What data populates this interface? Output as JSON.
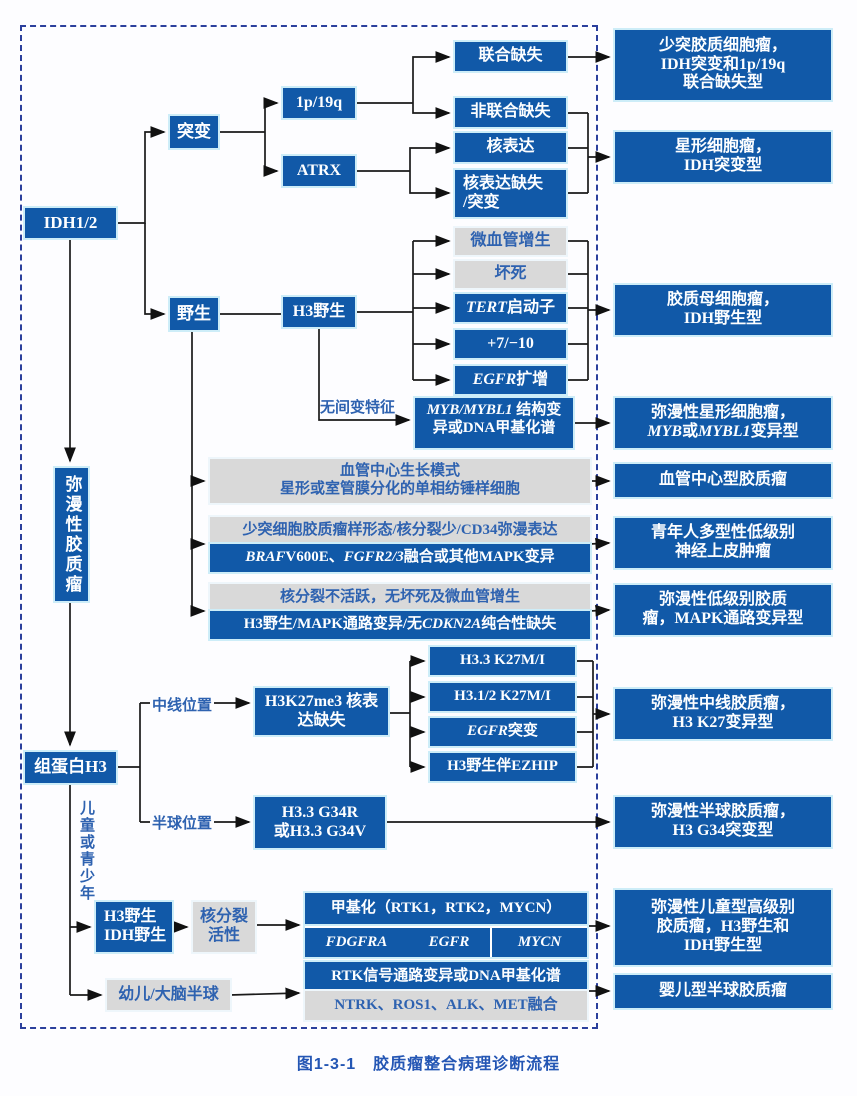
{
  "figure": {
    "caption": "图1-3-1　胶质瘤整合病理诊断流程"
  },
  "colors": {
    "box_blue": "#1159a8",
    "box_gray": "#d9d9d9",
    "label_blue": "#2e62b0",
    "halo_cyan": "#cdedf8",
    "border_navy": "#2b3f9c",
    "line_black": "#1a1a1a",
    "caption_blue": "#2456b4"
  },
  "nodes": {
    "idh12": "IDH1/2",
    "mutant": "突变",
    "wild": "野生",
    "chr1p19q": "1p/19q",
    "atrx": "ATRX",
    "combined_loss": "联合缺失",
    "non_combined_loss": "非联合缺失",
    "nuclear_expression": "核表达",
    "nuclear_loss_mut": "核表达缺失\n/突变",
    "h3_wild": "H3野生",
    "microvascular": "微血管增生",
    "necrosis": "坏死",
    "tert_promoter": [
      {
        "t": "TERT",
        "i": true
      },
      {
        "t": "启动子"
      }
    ],
    "plus7_minus10": "+7/−10",
    "egfr_amplification": [
      {
        "t": "EGFR",
        "i": true
      },
      {
        "t": "扩增"
      }
    ],
    "no_anaplasia_label": "无间变特征",
    "myb_structural": [
      {
        "t": "MYB/MYBL1",
        "i": true
      },
      {
        "t": " 结构变异或DNA甲基化谱"
      }
    ],
    "angiocentric_pattern": "血管中心生长模式\n星形或室管膜分化的单相纺锤样细胞",
    "oligo_like_morphology": "少突细胞胶质瘤样形态/核分裂少/CD34弥漫表达",
    "braf_fgfr_mapk": [
      {
        "t": "BRAF",
        "i": true
      },
      {
        "t": " V600E、"
      },
      {
        "t": "FGFR2/3",
        "i": true
      },
      {
        "t": " 融合或其他MAPK变异"
      }
    ],
    "mitosis_inactive": "核分裂不活跃，无坏死及微血管增生",
    "h3wild_mapk_cdkn2a": [
      {
        "t": "H3野生/MAPK通路变异/无"
      },
      {
        "t": "CDKN2A",
        "i": true
      },
      {
        "t": "纯合性缺失"
      }
    ],
    "diffuse_glioma": "弥漫性胶质瘤",
    "histone_h3": "组蛋白H3",
    "midline_label": "中线位置",
    "hemisphere_label": "半球位置",
    "h3k27me3_loss": "H3K27me3 核表达缺失",
    "h33_k27mi": "H3.3 K27M/I",
    "h312_k27mi": "H3.1/2 K27M/I",
    "egfr_mutation": [
      {
        "t": "EGFR",
        "i": true
      },
      {
        "t": "突变"
      }
    ],
    "h3wild_ezhip": "H3野生伴EZHIP",
    "g34_mutation": "H3.3 G34R\n或H3.3 G34V",
    "children_label": "儿童或青少年",
    "h3wild_idhwild": "H3野生\nIDH野生",
    "mitotic_activity": "核分裂\n活性",
    "methylation": "甲基化（RTK1，RTK2，MYCN）",
    "gene_fdgfra": "FDGFRA",
    "gene_egfr": "EGFR",
    "gene_mycn": "MYCN",
    "infant_hemisphere": "幼儿/大脑半球",
    "rtk_pathway": "RTK信号通路变异或DNA甲基化谱",
    "ntrk_fusion": "NTRK、ROS1、ALK、MET融合"
  },
  "outcomes": {
    "oligodendroglioma": "少突胶质细胞瘤，\nIDH突变和1p/19q\n联合缺失型",
    "astrocytoma_idh_mutant": "星形细胞瘤，\nIDH突变型",
    "glioblastoma_idh_wild": "胶质母细胞瘤，\nIDH野生型",
    "diffuse_astro_line1": "弥漫性星形细胞瘤，",
    "diffuse_astro_line2": [
      {
        "t": "MYB",
        "i": true
      },
      {
        "t": "或"
      },
      {
        "t": "MYBL1",
        "i": true
      },
      {
        "t": "变异型"
      }
    ],
    "angiocentric_glioma": "血管中心型胶质瘤",
    "plnty": "青年人多型性低级别\n神经上皮肿瘤",
    "diffuse_low_grade_mapk": "弥漫性低级别胶质\n瘤，MAPK通路变异型",
    "diffuse_midline_k27": "弥漫性中线胶质瘤，\nH3 K27变异型",
    "diffuse_hemispheric_g34": "弥漫性半球胶质瘤，\nH3 G34突变型",
    "pediatric_high_grade": "弥漫性儿童型高级别\n胶质瘤，H3野生和\nIDH野生型",
    "infant_type_glioma": "婴儿型半球胶质瘤"
  }
}
